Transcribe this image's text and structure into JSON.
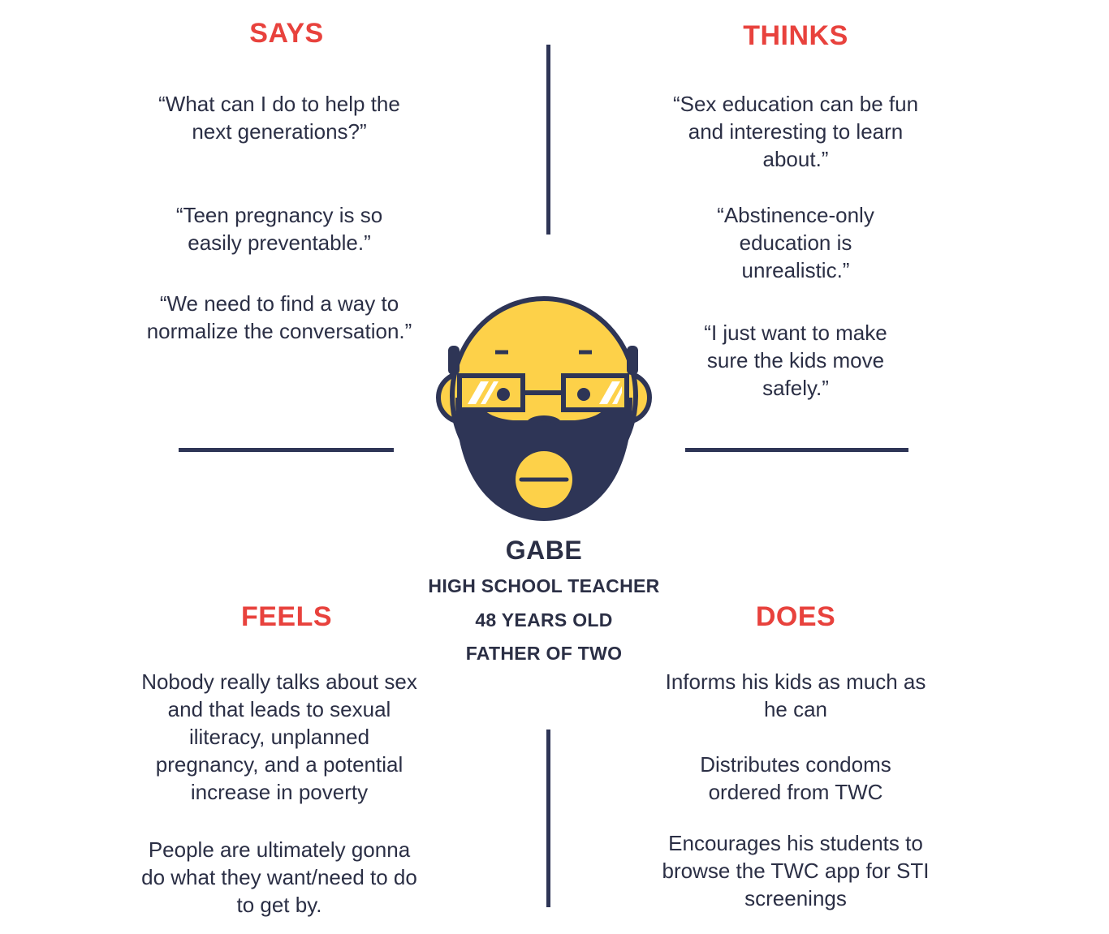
{
  "colors": {
    "accent": "#e8423d",
    "navy": "#2e3556",
    "face": "#fdd149",
    "background": "#ffffff"
  },
  "says": {
    "title": "SAYS",
    "items": [
      "“What can I do to help the next generations?”",
      "“Teen pregnancy is so easily preventable.”",
      "“We need to find a way to normalize the conversation.”"
    ]
  },
  "thinks": {
    "title": "THINKS",
    "items": [
      "“Sex education can be fun and interesting to learn about.”",
      "“Abstinence-only education is unrealistic.”",
      "“I just want to make sure the kids move safely.”"
    ]
  },
  "feels": {
    "title": "FEELS",
    "items": [
      "Nobody really talks about sex and that leads to sexual iliteracy, unplanned pregnancy, and a potential increase in poverty",
      "People are ultimately gonna do what they want/need to do to get by."
    ]
  },
  "does": {
    "title": "DOES",
    "items": [
      "Informs his kids as much as he can",
      "Distributes condoms ordered from TWC",
      "Encourages his students to browse the TWC app for STI screenings"
    ]
  },
  "persona": {
    "name": "GABE",
    "occupation": "HIGH SCHOOL TEACHER",
    "age": "48 YEARS OLD",
    "family": "FATHER OF TWO",
    "avatar_icon": "bearded-man-with-glasses-icon"
  }
}
